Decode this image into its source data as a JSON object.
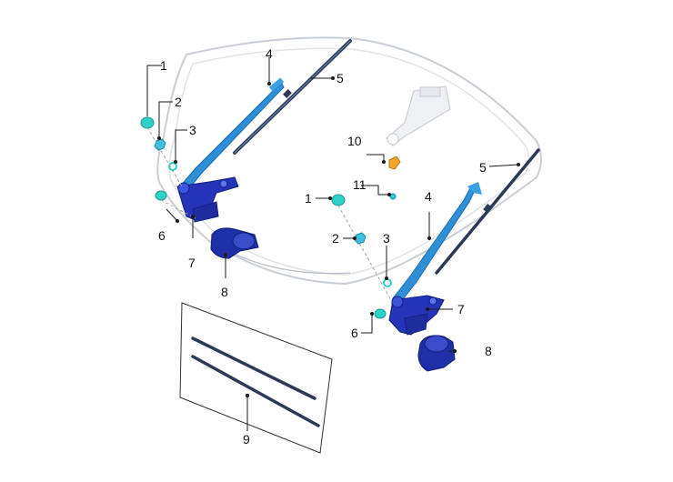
{
  "callouts": {
    "c1a": "1",
    "c2a": "2",
    "c3a": "3",
    "c4a": "4",
    "c5a": "5",
    "c6a": "6",
    "c7a": "7",
    "c8a": "8",
    "c1b": "1",
    "c2b": "2",
    "c3b": "3",
    "c4b": "4",
    "c5b": "5",
    "c6b": "6",
    "c7b": "7",
    "c8b": "8",
    "c9": "9",
    "c10": "10",
    "c11": "11"
  },
  "colors": {
    "glass_outline": "#c9ced6",
    "arm": "#2e8fd6",
    "blade": "#2c3a55",
    "linkage": "#2433b8",
    "motor": "#1f2fa8",
    "cap": "#2fd1c4",
    "washer_part": "#f2a52b",
    "line": "#1a1a1a"
  }
}
